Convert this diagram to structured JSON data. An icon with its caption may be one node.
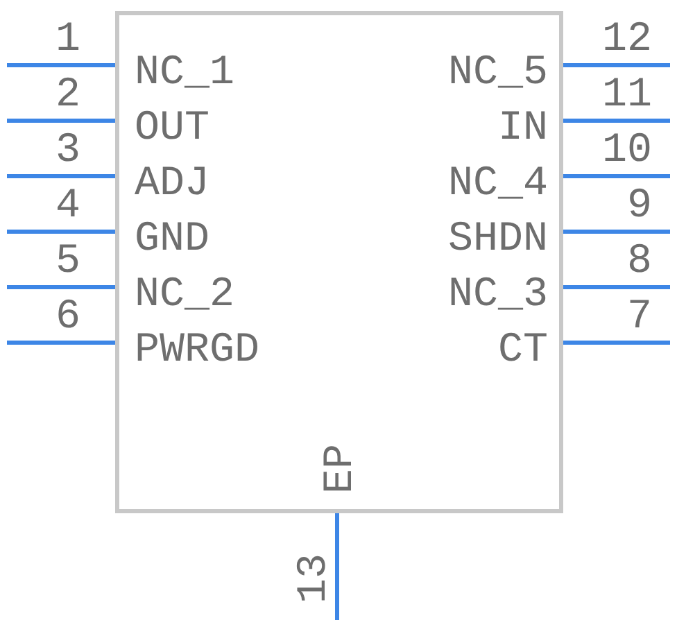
{
  "diagram": {
    "nodes": [
      {
        "text": [
          "NC_1",
          "NC_5",
          "OUT",
          "IN",
          "ADJ",
          "NC_4",
          "GND",
          "SHDN",
          "NC_2",
          "NC_3",
          "PWRGD",
          "CT",
          "EP"
        ]
      }
    ],
    "labels": [
      "1",
      "12",
      "2",
      "11",
      "3",
      "10",
      "4",
      "9",
      "5",
      "8",
      "6",
      "7",
      "13"
    ]
  }
}
